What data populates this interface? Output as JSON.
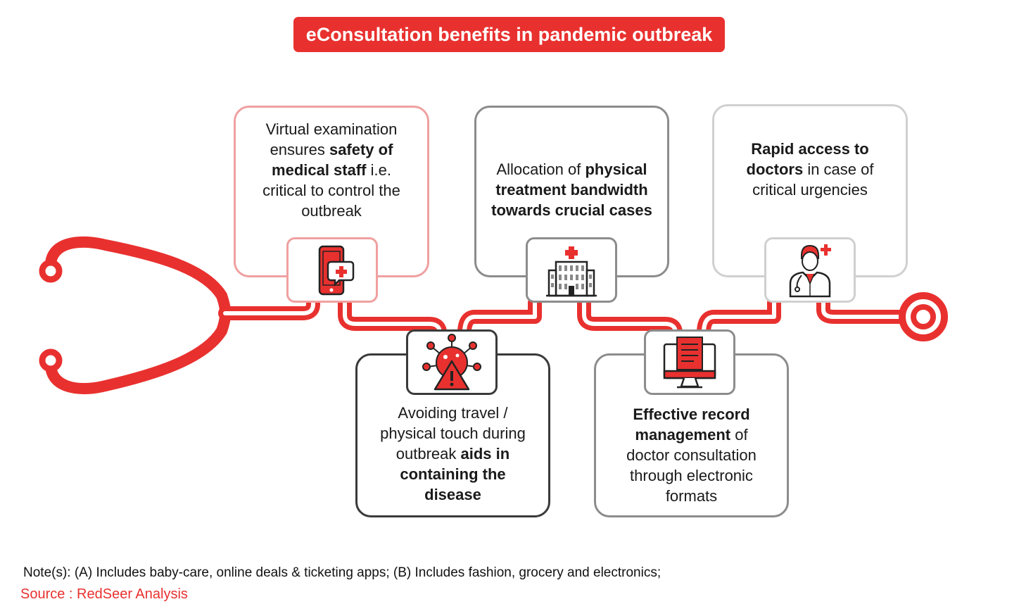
{
  "title": "eConsultation benefits in pandemic outbreak",
  "cards": [
    {
      "id": "safety",
      "parts": [
        [
          "Virtual examination ensures ",
          false
        ],
        [
          "safety of medical staff",
          true
        ],
        [
          " i.e. critical to control the outbreak",
          false
        ]
      ],
      "icon": "mobile-medical-icon"
    },
    {
      "id": "travel",
      "parts": [
        [
          "Avoiding travel / physical touch during outbreak ",
          false
        ],
        [
          "aids in containing the disease",
          true
        ]
      ],
      "icon": "virus-warning-icon"
    },
    {
      "id": "allocation",
      "parts": [
        [
          "Allocation of ",
          false
        ],
        [
          "physical treatment bandwidth towards crucial cases",
          true
        ]
      ],
      "icon": "hospital-icon"
    },
    {
      "id": "records",
      "parts": [
        [
          "Effective record management",
          true
        ],
        [
          " of doctor consultation through electronic formats",
          false
        ]
      ],
      "icon": "computer-record-icon"
    },
    {
      "id": "access",
      "parts": [
        [
          "Rapid access to doctors",
          true
        ],
        [
          " in case of critical urgencies",
          false
        ]
      ],
      "icon": "doctor-icon"
    }
  ],
  "note": "Note(s): (A) Includes baby-care, online deals & ticketing apps; (B) Includes fashion, grocery and electronics;",
  "source": "Source : RedSeer Analysis",
  "colors": {
    "accent": "#e8312f",
    "card_pink": "#f0a0a0",
    "card_dark": "#3a3a3a",
    "card_gray": "#8c8c8c",
    "card_light": "#d0d0d0"
  }
}
